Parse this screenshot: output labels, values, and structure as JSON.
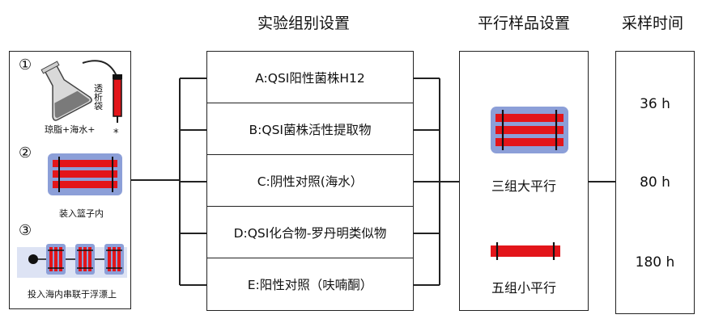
{
  "headers": {
    "groups": "实验组别设置",
    "parallels": "平行样品设置",
    "sampling": "采样时间"
  },
  "steps": [
    {
      "number": "①",
      "label": "琼脂+海水+",
      "asterisk": "*",
      "bag_label": "透析袋"
    },
    {
      "number": "②",
      "label": "装入篮子内"
    },
    {
      "number": "③",
      "label": "投入海内串联于浮漂上"
    }
  ],
  "groups": [
    "A:QSI阳性菌株H12",
    "B:QSI菌株活性提取物",
    "C:阴性对照(海水）",
    "D:QSI化合物-罗丹明类似物",
    "E:阳性对照（呋喃酮）"
  ],
  "parallels": {
    "large": "三组大平行",
    "small": "五组小平行"
  },
  "sampling_times": [
    "36 h",
    "80 h",
    "180 h"
  ],
  "colors": {
    "tube_red": "#e3151a",
    "basket_blue": "#8c9fd8",
    "line": "#222222"
  }
}
